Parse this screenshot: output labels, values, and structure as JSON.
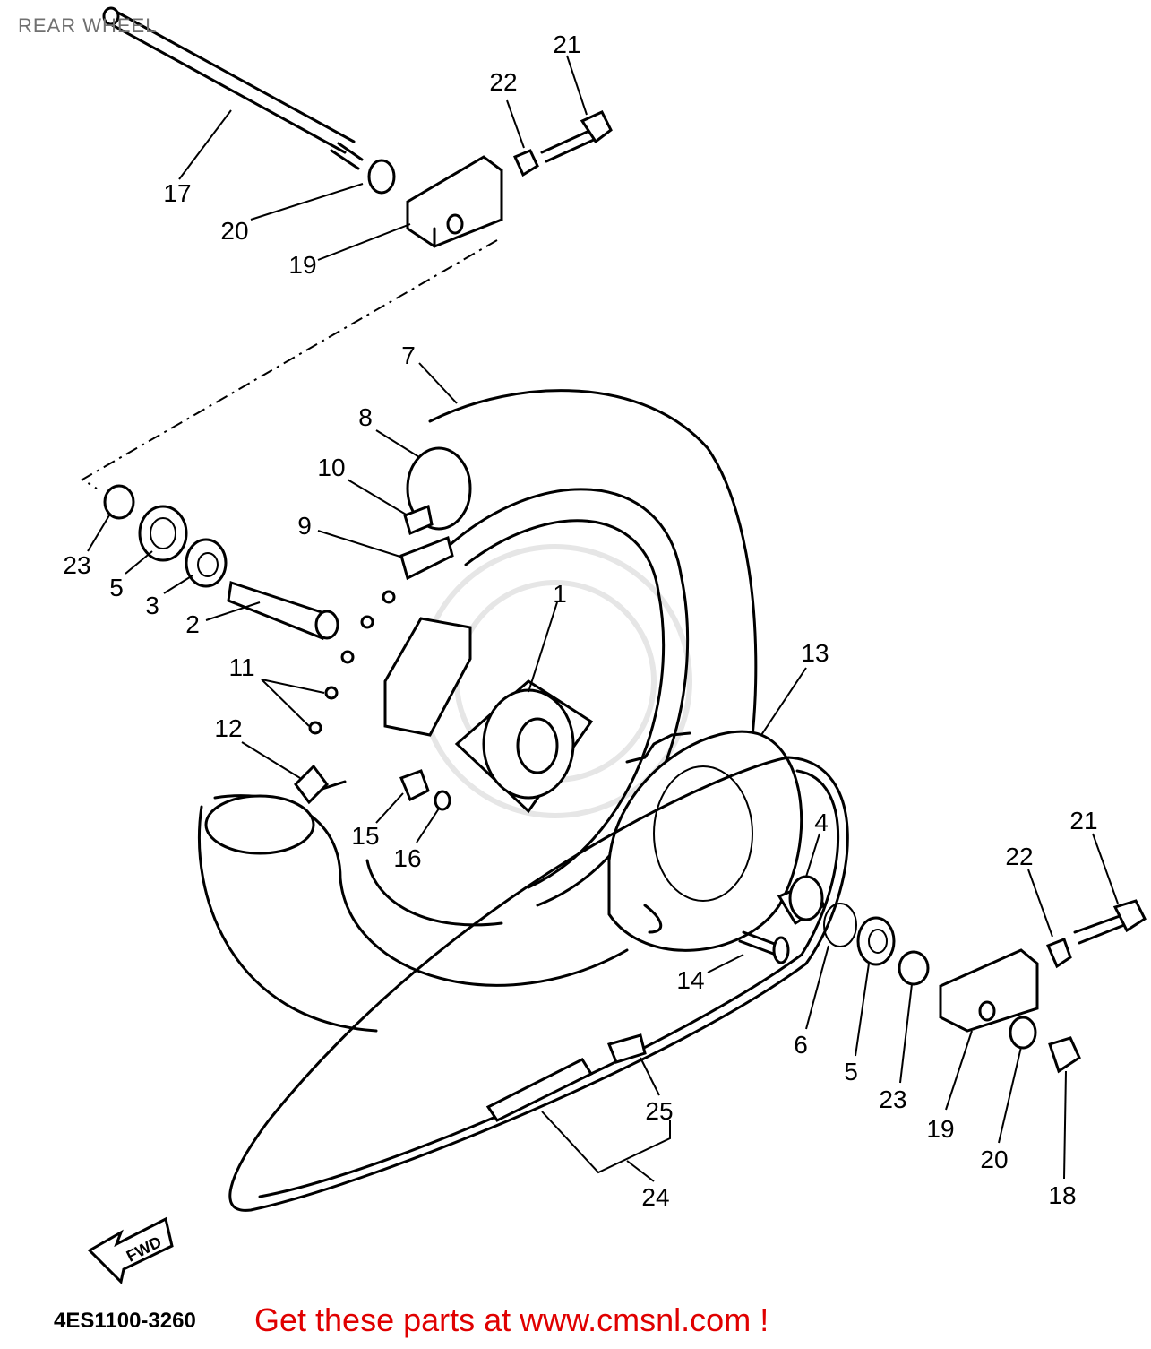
{
  "title": "REAR WHEEL",
  "part_code": "4ES1100-3260",
  "promo_text": "Get these parts at www.cmsnl.com !",
  "fwd_label": "FWD",
  "callouts": [
    {
      "label": "17"
    },
    {
      "label": "20"
    },
    {
      "label": "19"
    },
    {
      "label": "22"
    },
    {
      "label": "21"
    },
    {
      "label": "7"
    },
    {
      "label": "8"
    },
    {
      "label": "10"
    },
    {
      "label": "9"
    },
    {
      "label": "23"
    },
    {
      "label": "5"
    },
    {
      "label": "3"
    },
    {
      "label": "2"
    },
    {
      "label": "1"
    },
    {
      "label": "11"
    },
    {
      "label": "12"
    },
    {
      "label": "13"
    },
    {
      "label": "15"
    },
    {
      "label": "16"
    },
    {
      "label": "4"
    },
    {
      "label": "22"
    },
    {
      "label": "21"
    },
    {
      "label": "14"
    },
    {
      "label": "6"
    },
    {
      "label": "5"
    },
    {
      "label": "23"
    },
    {
      "label": "19"
    },
    {
      "label": "20"
    },
    {
      "label": "18"
    },
    {
      "label": "25"
    },
    {
      "label": "24"
    }
  ]
}
